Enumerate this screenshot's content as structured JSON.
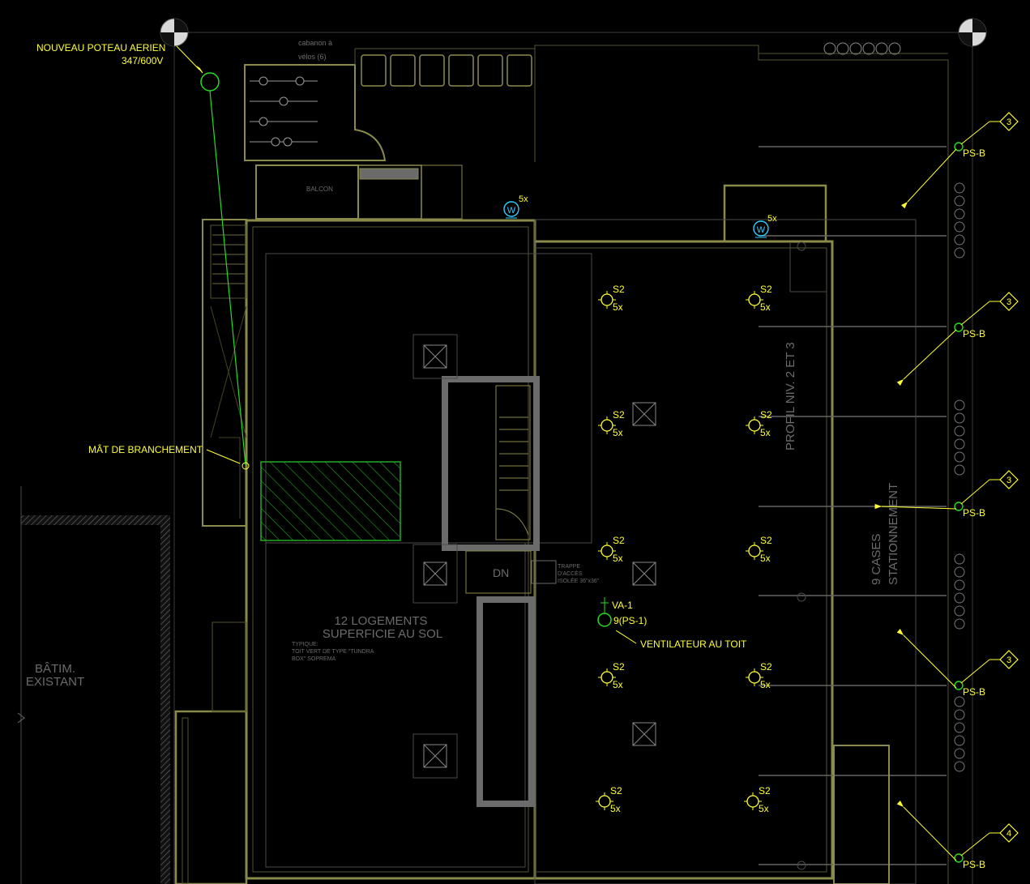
{
  "labels": {
    "new_pole": "NOUVEAU POTEAU AERIEN",
    "new_pole_voltage": "347/600V",
    "service_mast": "MÂT DE BRANCHEMENT",
    "bike_shed": "cabanon à",
    "bike_shed_line2": "vélos (6)",
    "balcony": "BALCON",
    "units": "12 LOGEMENTS",
    "units_line2": "SUPERFICIE AU SOL",
    "typical": "TYPIQUE:",
    "typical_line2": "TOIT VERT DE TYPE \"TUNDRA",
    "typical_line3": "BOX\" SOPREMA",
    "existing": "BÂTIM.",
    "existing_line2": "EXISTANT",
    "dn": "DN",
    "hatch": "TRAPPE",
    "hatch_line2": "D'ACCÈS",
    "hatch_line3": "ISOLÉE 36\"x36\"",
    "profile": "PROFIL NIV. 2 ET 3",
    "parking": "9 CASES",
    "parking_line2": "STATIONNEMENT",
    "roof_fan": "VENTILATEUR AU TOIT",
    "va_tag": "VA-1",
    "va_qty": "9(PS-1)"
  },
  "w_markers": [
    {
      "letter": "W",
      "qty": "5x"
    },
    {
      "letter": "W",
      "qty": "5x"
    }
  ],
  "s2_fixtures": [
    {
      "tag": "S2",
      "qty": "5x"
    },
    {
      "tag": "S2",
      "qty": "5x"
    },
    {
      "tag": "S2",
      "qty": "5x"
    },
    {
      "tag": "S2",
      "qty": "5x"
    },
    {
      "tag": "S2",
      "qty": "5x"
    },
    {
      "tag": "S2",
      "qty": "5x"
    },
    {
      "tag": "S2",
      "qty": "5x"
    },
    {
      "tag": "S2",
      "qty": "5x"
    },
    {
      "tag": "S2",
      "qty": "5x"
    },
    {
      "tag": "S2",
      "qty": "5x"
    }
  ],
  "psb_tags": [
    {
      "label": "PS-B",
      "circuit": "3"
    },
    {
      "label": "PS-B",
      "circuit": "3"
    },
    {
      "label": "PS-B",
      "circuit": "3"
    },
    {
      "label": "PS-B",
      "circuit": "3"
    },
    {
      "label": "PS-B",
      "circuit": "4"
    }
  ],
  "colors": {
    "background": "#000000",
    "wall": "#8a8a4a",
    "annotation": "#ffff33",
    "electrical": "#22dd22",
    "text_grey": "#6b6b6b",
    "w_marker": "#33ccff"
  }
}
